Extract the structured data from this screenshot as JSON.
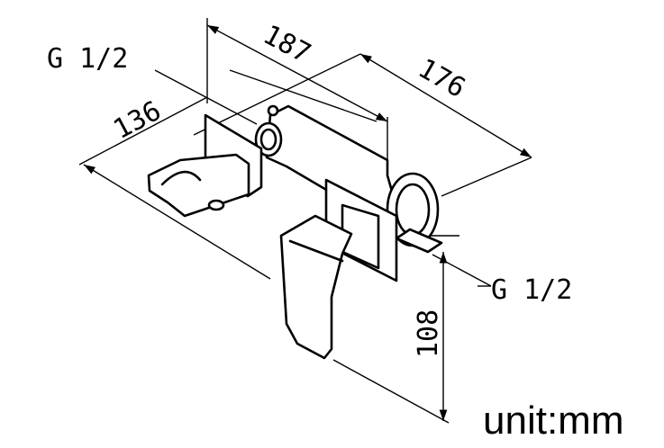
{
  "dimensions": {
    "overall_width": "187",
    "valve_width": "176",
    "holder_offset": "136",
    "height": "108"
  },
  "threads": {
    "outlet_top": "G 1/2",
    "inlet_right": "G 1/2"
  },
  "unit_label": "unit:mm"
}
